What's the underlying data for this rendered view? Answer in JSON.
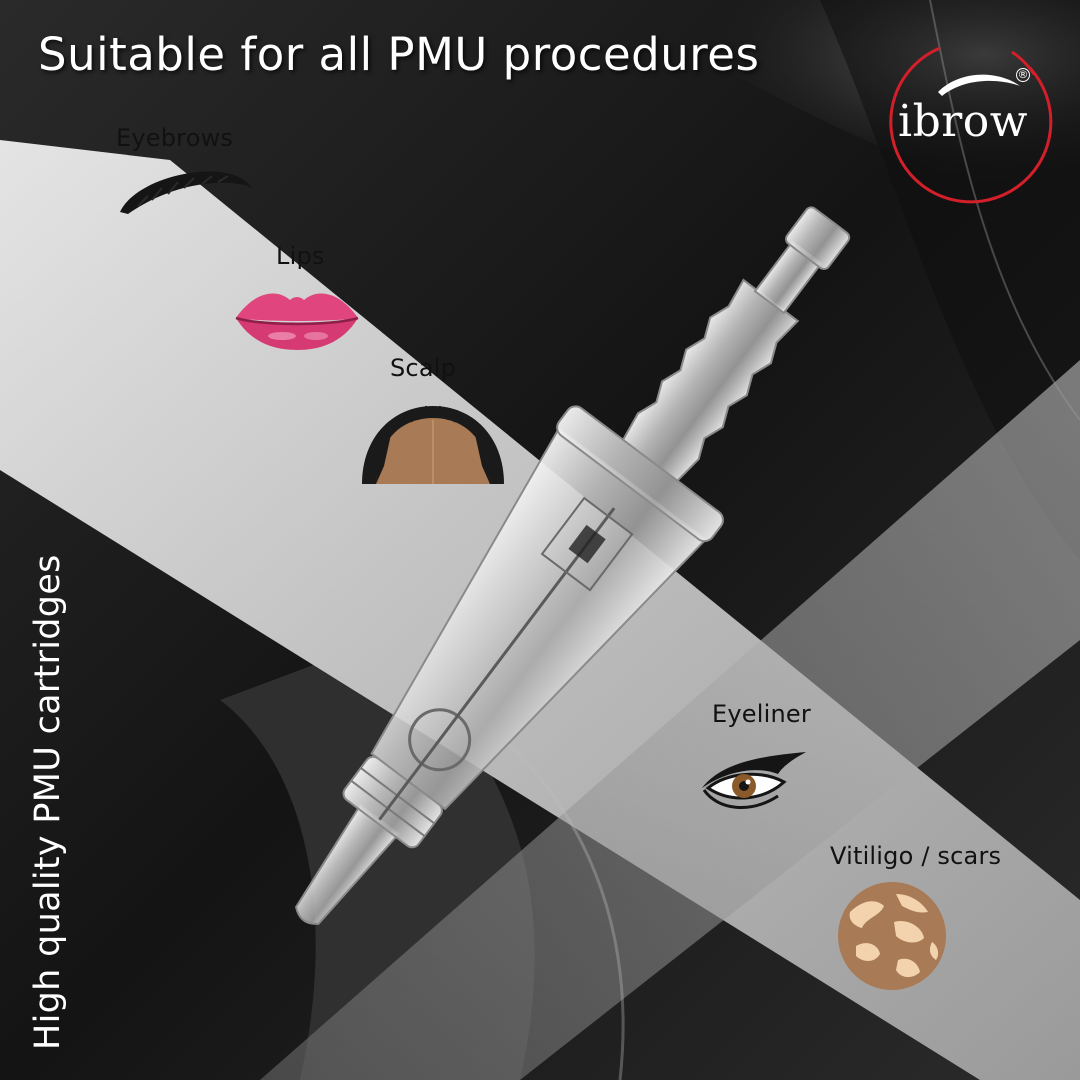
{
  "headline": "Suitable for all PMU procedures",
  "vertical_text": "High quality PMU cartridges",
  "brand": {
    "name": "ibrow",
    "registered_mark": "®",
    "ring_color": "#d31f2a"
  },
  "procedures": [
    {
      "label": "Eyebrows",
      "icon": "eyebrow-icon"
    },
    {
      "label": "Lips",
      "icon": "lips-icon"
    },
    {
      "label": "Scalp",
      "icon": "scalp-icon"
    },
    {
      "label": "Eyeliner",
      "icon": "eyeliner-icon"
    },
    {
      "label": "Vitiligo / scars",
      "icon": "vitiligo-icon"
    }
  ],
  "colors": {
    "background_dark": "#1c1c1c",
    "band_light": "#cfcfcf",
    "lips": "#e0457d",
    "skin": "#a87a55",
    "vitiligo_patch": "#f2d3ad",
    "iris": "#8b5a2b"
  }
}
